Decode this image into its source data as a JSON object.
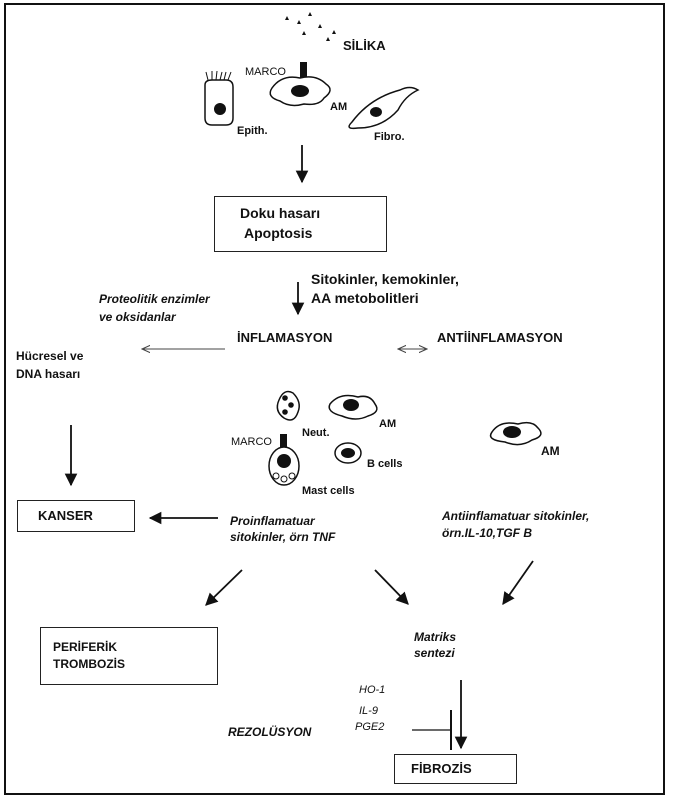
{
  "labels": {
    "silika": "SİLİKA",
    "marco_top": "MARCO",
    "am_top": "AM",
    "epith": "Epith.",
    "fibro": "Fibro.",
    "doku_hasari": "Doku hasarı",
    "apoptosis": "Apoptosis",
    "sitokinler_line1": "Sitokinler, kemokinler,",
    "sitokinler_line2": "AA metobolitleri",
    "proteolitik_line1": "Proteolitik enzimler",
    "proteolitik_line2": "ve oksidanlar",
    "inflamasyon": "İNFLAMASYON",
    "antiinflamasyon": "ANTİİNFLAMASYON",
    "hucresel_line1": "Hücresel ve",
    "hucresel_line2": "DNA hasarı",
    "am_mid": "AM",
    "neut": "Neut.",
    "am_right": "AM",
    "marco_mid": "MARCO",
    "b_cells": "B cells",
    "mast_cells": "Mast cells",
    "kanser": "KANSER",
    "proinf_line1": "Proinflamatuar",
    "proinf_line2": "sitokinler, örn TNF",
    "antiinf_line1": "Antiinflamatuar sitokinler,",
    "antiinf_line2": "örn.IL-10,TGF B",
    "periferik_line1": "PERİFERİK",
    "periferik_line2": "TROMBOZİS",
    "matriks_line1": "Matriks",
    "matriks_line2": "sentezi",
    "ho1": "HO-1",
    "il9": "IL-9",
    "pge2": "PGE2",
    "rezolusyon": "REZOLÜSYON",
    "fibrozis": "FİBROZİS"
  }
}
